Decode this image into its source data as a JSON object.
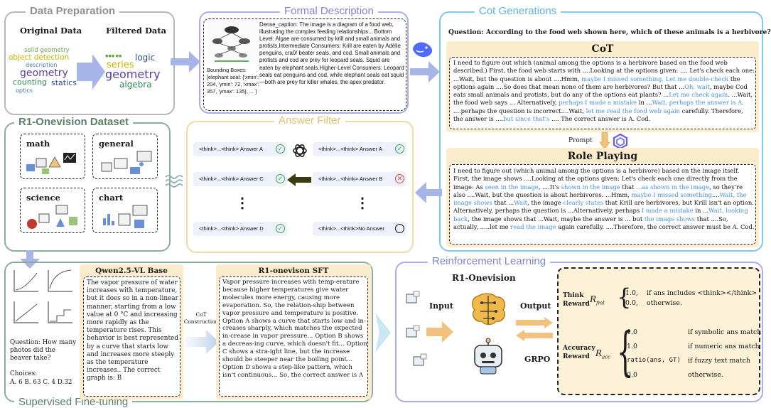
{
  "colors": {
    "gray_border": "#b8b8b8",
    "purple_border": "#a9aee6",
    "teal_border": "#7fc9e8",
    "green_border": "#8cae9c",
    "gold_border": "#f1d9a6",
    "cot_fill": "#fbeccd",
    "arrow_blue": "#a7b4e8",
    "arrow_gold": "#f1c27d",
    "link_blue": "#4a8fd6"
  },
  "data_prep": {
    "title": "Data Preparation",
    "original_label": "Original Data",
    "filtered_label": "Filtered Data",
    "original_words": [
      "solid geometry",
      "object detection",
      "description",
      "geometry",
      "counting",
      "statics",
      "optics",
      "logic",
      "series"
    ],
    "filtered_words": [
      "series",
      "logic",
      "geometry",
      "algebra"
    ]
  },
  "formal": {
    "title": "Formal Description",
    "bbox_text": "Bounding Boxes: [elephant seal: {'xmin': 204, 'ymin': 72, 'xmax': 357, 'ymax': 135}, ... ]",
    "caption": "Dense_caption: The image is a diagram of a food web, illustrating the complex feeding relationships... Bottom Level: Algae are consumed by krill and small animals and protists.Intermediate Consumers: Krill are eaten by Adélie penguins, cra0/ beater seals, and cod. Small animals and protists and cod are prey for leopard seals. Squid are eaten by elephant seals.Higher-Level Consumers: Leopard seals eat penguins and cod, while elephant seals eat squid—both are prey for killer whales, the apex predator."
  },
  "cot": {
    "title": "Cot Generations",
    "question": "Question: According to the food web shown here, which of these animals is a herbivore?",
    "cot_heading": "CoT",
    "cot_segments": [
      {
        "t": "I need to figure out which (animal among the options is a herbivore based on the food web described.) First, the food web starts with ....Looking at the options given: .... Let's check each one: ...Wait, but the question is about ....Hmm, ",
        "b": false
      },
      {
        "t": "maybe I missed something. Let me double-check",
        "b": true
      },
      {
        "t": " the options again ....So does that mean none of them are herbivores? But that ...",
        "b": false
      },
      {
        "t": "Oh, wait",
        "b": true
      },
      {
        "t": ", maybe Cod eats small animals and protists, but do any of the options eat plants? ...",
        "b": false
      },
      {
        "t": "Let me check again",
        "b": true
      },
      {
        "t": ". ...Wait, the food web says ... Alternatively, ",
        "b": false
      },
      {
        "t": "perhaps I made a mistake",
        "b": true
      },
      {
        "t": " in ...",
        "b": false
      },
      {
        "t": "Wait, perhaps the answer is A.",
        "b": true
      },
      {
        "t": " ....perhaps the question is incorrect....Wait, ",
        "b": false
      },
      {
        "t": "let me read the food web again",
        "b": true
      },
      {
        "t": " carefully. Therefore, the answer is ....",
        "b": false
      },
      {
        "t": "but since that's",
        "b": true
      },
      {
        "t": " .... The correct answer is  A. Cod.",
        "b": false
      }
    ],
    "prompt_label": "Prompt",
    "role_heading": "Role Playing",
    "role_segments": [
      {
        "t": "I need to figure out (which animal among the options is a herbivore) based on the image itself. First, the image shows ....Looking at the options given: Let's check each one directly from the image: As ",
        "b": false
      },
      {
        "t": "seen in the image",
        "b": true
      },
      {
        "t": ", ....It's ",
        "b": false
      },
      {
        "t": "shown in the image",
        "b": true
      },
      {
        "t": " that ",
        "b": false
      },
      {
        "t": "...as shown in the image",
        "b": true
      },
      {
        "t": ", so they're also ....Wait, but the question is about herbivores. ...Hmm, ",
        "b": false
      },
      {
        "t": "maybe I missed something",
        "b": true
      },
      {
        "t": "....",
        "b": false
      },
      {
        "t": "Wait, the image shows",
        "b": true
      },
      {
        "t": " that ...",
        "b": false
      },
      {
        "t": "Wait",
        "b": true
      },
      {
        "t": ", the image ",
        "b": false
      },
      {
        "t": "clearly states",
        "b": true
      },
      {
        "t": " that Krill are herbivores, but Krill isn't an option. Alternatively, perhaps the question is ...Alternatively, perhaps ",
        "b": false
      },
      {
        "t": "I made a mistake",
        "b": true
      },
      {
        "t": " in ...",
        "b": false
      },
      {
        "t": "Wait, looking back",
        "b": true
      },
      {
        "t": ", the image shows that ...Wait, maybe the answer is ... but ",
        "b": false
      },
      {
        "t": "the image shows",
        "b": true
      },
      {
        "t": " that ....So, actually, .....let me ",
        "b": false
      },
      {
        "t": "read the image",
        "b": true
      },
      {
        "t": " again carefully. ....Therefore, the correct answer must be A. Cod.",
        "b": false
      }
    ]
  },
  "dataset": {
    "title": "R1-Onevision Dataset",
    "categories": [
      "math",
      "general",
      "science",
      "chart"
    ]
  },
  "filter": {
    "title": "Answer Filter",
    "left_chips": [
      "<think>...<think> Answer A",
      "<think>...<think> Answer C",
      "<think>...<think> Answer D"
    ],
    "right_chips": [
      "<think>...<think> Answer A",
      "<think>...<think> Answer B",
      "<think>...<think>No Answer"
    ],
    "dots": "⋮"
  },
  "sft": {
    "title": "Supervised Fine-tuning",
    "question": "Question: How many photos did the beaver take?",
    "choices_label": "Choices:",
    "choices": "A. 6 B. 63 C. 4 D.32",
    "qwen_title": "Qwen2.5-VL Base",
    "qwen_text": "The vapor pressure of water increases with temperature, but it does so in a non-linear manner, starting from a low value at 0 °C and increasing more rapidly as the temperature rises. This behavior is best represented by a curve that starts low and increases more steeply as the temperature increases.. The correct graph is: B",
    "cot_construction": "CoT Construction",
    "r1_title": "R1-onevison SFT",
    "r1_text": "Vapor pressure increases with temp-erature because higher temperatures give water molecules more energy, causing more evaporation. So, the relation-ship between vapor pressure and temperature is positive. Option A shows a curve that starts low and in-creases sharply, which matches the expected in-crease in vapor pressure... Option B shows a decreas-ing curve, which doesn't fit... Option C shows a stra-ight line, but the increase should be steeper near the boiling point... Option D shows a step-like pattern, which isn't continuous... So, the correct answer is A"
  },
  "rl": {
    "title": "Reinforcement Learning",
    "model": "R1-Onevision",
    "input": "Input",
    "output": "Output",
    "grpo": "GRPO",
    "think_label": "Think Reward",
    "think_sym": "R",
    "think_sub": "fmt",
    "think_cases": [
      {
        "val": "1.0,",
        "cond": "if ans includes <think></think>"
      },
      {
        "val": "0.0,",
        "cond": "otherwise."
      }
    ],
    "acc_label": "Accuracy Reward",
    "acc_sym": "R",
    "acc_sub": "acc",
    "acc_cases": [
      {
        "val": "1.0",
        "cond": "if symbolic ans match"
      },
      {
        "val": "1.0",
        "cond": "if numeric ans match"
      },
      {
        "val": "ratio(ans, GT)",
        "cond": "if fuzzy text match"
      },
      {
        "val": "0.0",
        "cond": "otherwise."
      }
    ]
  }
}
